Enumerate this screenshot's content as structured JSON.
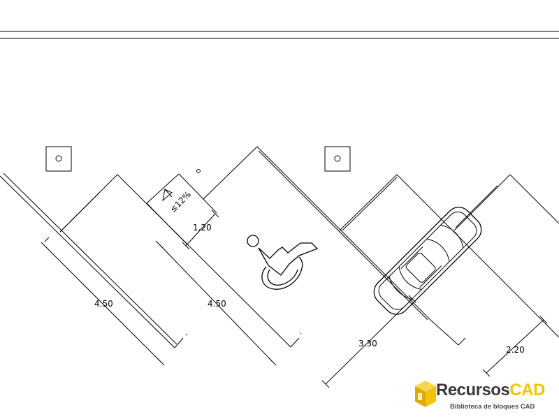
{
  "dimensions": {
    "left_stall_length": "4.50",
    "accessible_stall_length": "4.50",
    "aisle_width": "1.20",
    "slope": "≤12%",
    "car_stall_length": "3.30",
    "stall_width": "2.20"
  },
  "watermark": {
    "brand_part1": "Recursos",
    "brand_part2": "CAD",
    "tagline": "Biblioteca de bloques CAD"
  },
  "colors": {
    "line": "#000000",
    "logo_yellow": "#f2c20c",
    "logo_dark": "#3a3a3a"
  }
}
